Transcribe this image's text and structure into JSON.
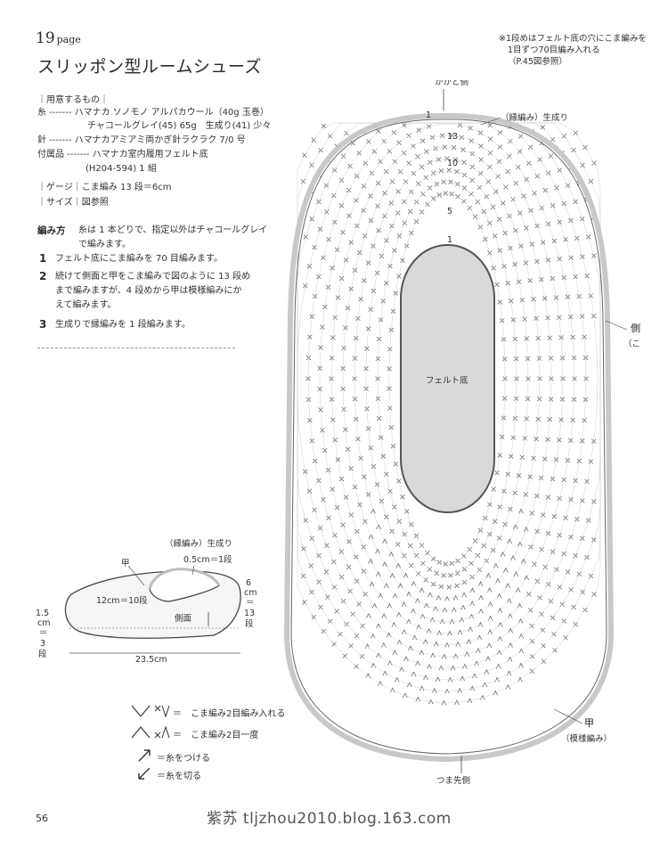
{
  "header": {
    "page_num": "19",
    "page_word": "page",
    "title": "スリッポン型ルームシューズ"
  },
  "materials": {
    "heading": "｜用意するもの｜",
    "yarn_line1": "糸 ------- ハマナカ ソノモノ アルパカウール（40g 玉巻）",
    "yarn_line2": "チャコールグレイ(45) 65g　生成り(41) 少々",
    "needle": "針 ------- ハマナカアミアミ両かぎ針ラクラク 7/0 号",
    "parts_line1": "付属品 ------- ハマナカ室内履用フェルト底",
    "parts_line2": "(H204-594) 1 組",
    "gauge": "｜ゲージ｜こま編み 13 段＝6cm",
    "size": "｜サイズ｜図参照"
  },
  "steps": {
    "heading": "編み方",
    "intro_line1": "糸は 1 本どりで、指定以外はチャコールグレイ",
    "intro_line2": "で編みます。",
    "items": [
      {
        "num": "1",
        "line1": "フェルト底にこま編みを 70 目編みます。",
        "line2": "",
        "line3": ""
      },
      {
        "num": "2",
        "line1": "続けて側面と甲をこま編みで図のように 13 段め",
        "line2": "まで編みますが、4 段めから甲は模様編みにか",
        "line3": "えて編みます。"
      },
      {
        "num": "3",
        "line1": "生成りで縁編みを 1 段編みます。",
        "line2": "",
        "line3": ""
      }
    ]
  },
  "diagram": {
    "note_line1": "※1段めはフェルト底の穴にこま編みを",
    "note_line2": "1目ずつ70目編み入れる",
    "note_line3": "（P.45図参照）",
    "heel_label": "かかと側",
    "edging_label": "（縁編み）生成り",
    "side_label": "側面",
    "side_sub": "（こま編み）",
    "sole_label": "フェルト底",
    "instep_label": "甲",
    "instep_sub": "（模様編み）",
    "toe_label": "つま先側",
    "row_markers": [
      "1",
      "13",
      "10",
      "5",
      "1"
    ],
    "yarn_color": "#555555",
    "edging_color": "#c8c8c8",
    "sole_fill": "#d9d9d9"
  },
  "shoe": {
    "edging_label": "（縁編み）生成り",
    "edging_dim": "0.5cm＝1段",
    "instep_label": "甲",
    "instep_dim": "12cm＝10段",
    "side_label": "側面",
    "height_label_1": "6",
    "height_label_2": "cm",
    "height_label_3": "＝",
    "height_label_4": "13",
    "height_label_5": "段",
    "sole_label_1": "1.5",
    "sole_label_2": "cm",
    "sole_label_3": "＝",
    "sole_label_4": "3",
    "sole_label_5": "段",
    "length_label": "23.5cm"
  },
  "legend": {
    "inc": "＝　こま編み2目編み入れる",
    "dec": "＝　こま編み2目一度",
    "join": "＝糸をつける",
    "cut": "＝糸を切る"
  },
  "footer": {
    "page_number": "56",
    "watermark": "紫苏  tljzhou2010.blog.163.com"
  }
}
